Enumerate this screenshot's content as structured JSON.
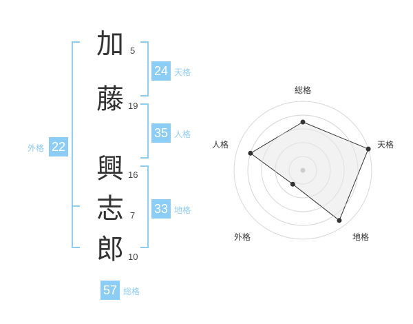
{
  "name": {
    "characters": [
      {
        "char": "加",
        "strokes": "5"
      },
      {
        "char": "藤",
        "strokes": "19"
      },
      {
        "char": "興",
        "strokes": "16"
      },
      {
        "char": "志",
        "strokes": "7"
      },
      {
        "char": "郎",
        "strokes": "10"
      }
    ]
  },
  "kakusu": {
    "tenkaku": {
      "value": "24",
      "label": "天格"
    },
    "jinkaku": {
      "value": "35",
      "label": "人格"
    },
    "chikaku": {
      "value": "33",
      "label": "地格"
    },
    "gaikaku": {
      "value": "22",
      "label": "外格"
    },
    "soukaku": {
      "value": "57",
      "label": "総格"
    }
  },
  "chart_data": {
    "type": "radar",
    "axes": [
      "総格",
      "天格",
      "地格",
      "外格",
      "人格"
    ],
    "values": [
      0.7,
      1.0,
      0.9,
      0.25,
      0.8
    ],
    "max": 1.0,
    "rings": 5,
    "colors": {
      "fill": "#f0f0f0",
      "ring": "#d8d8d8",
      "line": "#333333",
      "point": "#333333"
    }
  },
  "colors": {
    "accent": "#8ccdf5",
    "text": "#333333"
  }
}
